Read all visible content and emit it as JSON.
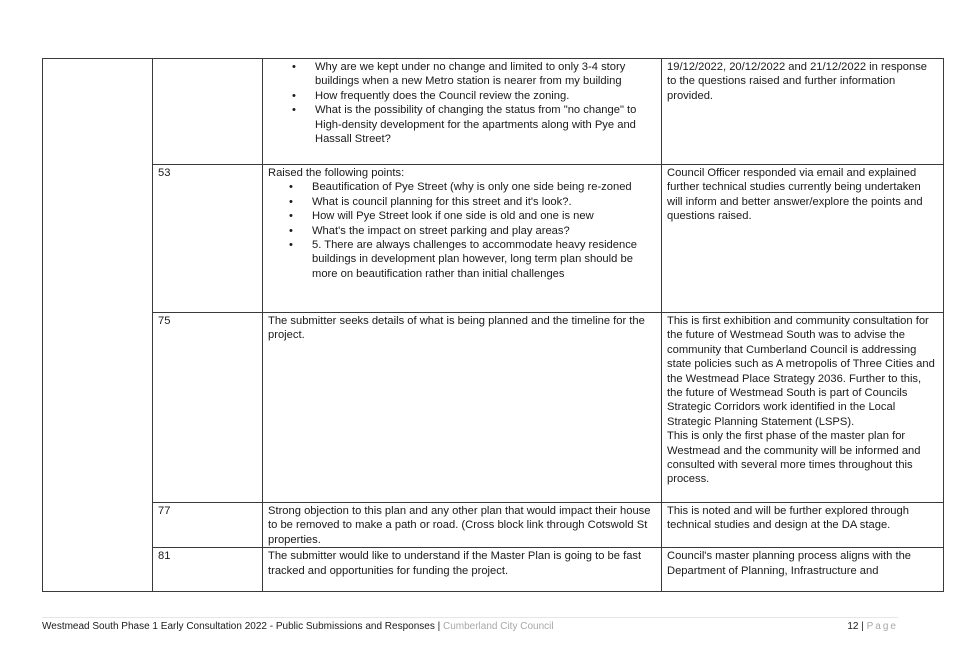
{
  "rows": [
    {
      "id": "",
      "submission_bullets": [
        "Why are we kept under no change and limited to only 3-4 story buildings when a new Metro station is nearer from my building",
        "How frequently does the Council review the zoning.",
        "What is the possibility of changing the status from \"no change\" to High-density development for the apartments along with Pye and Hassall Street?"
      ],
      "response": "19/12/2022, 20/12/2022 and 21/12/2022 in response to the questions raised and further information provided."
    },
    {
      "id": "53",
      "submission_intro": "Raised the following points:",
      "submission_bullets": [
        "Beautification of Pye Street (why is only one side being re-zoned",
        "What is council planning for this street and it's look?.",
        "How will Pye Street look if one side is old and one is new",
        "What's the impact on street parking and play areas?",
        "5. There are always challenges to accommodate heavy residence buildings in development plan however, long term plan should be more on beautification rather than initial challenges"
      ],
      "response": "Council Officer responded via email and explained further technical studies currently being undertaken will inform and better answer/explore the points and questions raised."
    },
    {
      "id": "75",
      "submission": "The submitter seeks details of what is being planned and the timeline for the project.",
      "response_1": "This is first exhibition and community consultation for the future of Westmead South was to advise the community that Cumberland Council is addressing state policies such as A metropolis of Three Cities and the Westmead Place Strategy 2036. Further to this, the future of Westmead South is part of Councils Strategic Corridors work identified in the Local Strategic Planning Statement (LSPS).",
      "response_2": "This is only the first phase of the master plan for Westmead and the community will be informed and consulted with several more times throughout this process."
    },
    {
      "id": "77",
      "submission": "Strong objection to this plan and any other plan that would impact their house to be removed to make a path or road. (Cross block link through Cotswold St properties.",
      "response": "This is noted and will be further explored through technical studies and design at the DA stage."
    },
    {
      "id": "81",
      "submission": "The submitter would like to understand if the Master Plan is going to be fast tracked and opportunities for funding the project.",
      "response": "Council's master planning process aligns with the Department of Planning, Infrastructure and"
    }
  ],
  "footer": {
    "doc_title": "Westmead South Phase 1 Early Consultation 2022 - Public Submissions and Responses | ",
    "org": "Cumberland City Council",
    "page_num": "12 | ",
    "page_word": "Page"
  }
}
